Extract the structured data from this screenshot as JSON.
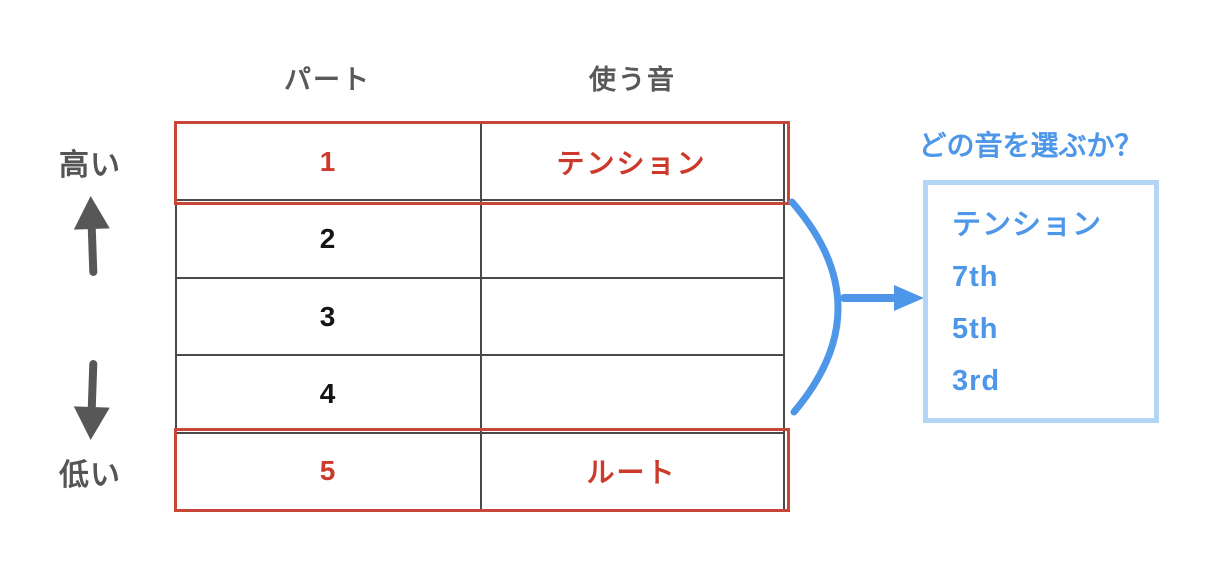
{
  "table": {
    "headers": [
      "パート",
      "使う音"
    ],
    "rows": [
      {
        "part": "1",
        "note": "テンション"
      },
      {
        "part": "2",
        "note": ""
      },
      {
        "part": "3",
        "note": ""
      },
      {
        "part": "4",
        "note": ""
      },
      {
        "part": "5",
        "note": "ルート"
      }
    ]
  },
  "side": {
    "high_label": "高い",
    "low_label": "低い"
  },
  "choice_panel": {
    "title": "どの音を選ぶか？",
    "options": [
      "テンション",
      "7th",
      "5th",
      "3rd"
    ]
  },
  "icons": {
    "up_arrow": "up-arrow",
    "down_arrow": "down-arrow",
    "curve_brace": "curved-brace",
    "right_arrow": "right-arrow"
  },
  "colors": {
    "accent_red": "#c84638",
    "accent_blue": "#4e97e8",
    "light_blue_border": "#b3d6f6",
    "gray_label": "#595959",
    "table_line": "#4a4a4a"
  }
}
